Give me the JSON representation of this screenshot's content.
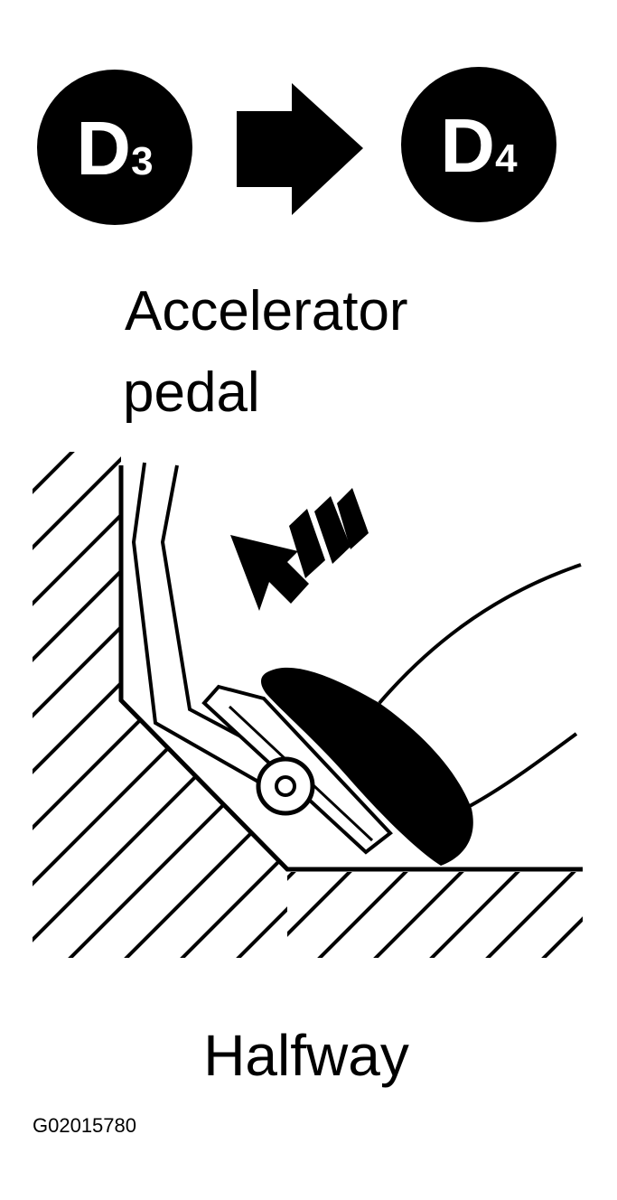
{
  "gears": {
    "from": {
      "letter": "D",
      "number": "3"
    },
    "to": {
      "letter": "D",
      "number": "4"
    }
  },
  "labels": {
    "pedal_line1": "Accelerator",
    "pedal_line2": "pedal",
    "position": "Halfway",
    "figure_id": "G02015780"
  },
  "colors": {
    "ink": "#000000",
    "paper": "#ffffff"
  }
}
